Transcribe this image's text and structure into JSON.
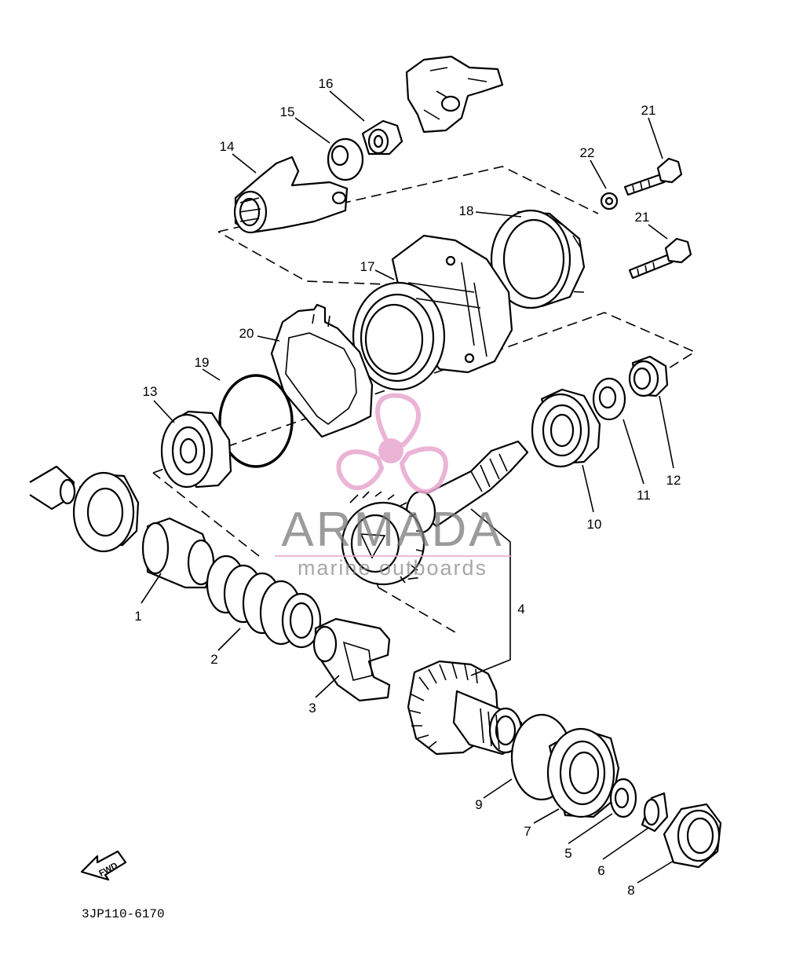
{
  "diagram": {
    "callouts": [
      {
        "id": "c1",
        "text": "1"
      },
      {
        "id": "c2",
        "text": "2"
      },
      {
        "id": "c3",
        "text": "3"
      },
      {
        "id": "c4",
        "text": "4"
      },
      {
        "id": "c5",
        "text": "5"
      },
      {
        "id": "c6",
        "text": "6"
      },
      {
        "id": "c7",
        "text": "7"
      },
      {
        "id": "c8",
        "text": "8"
      },
      {
        "id": "c9",
        "text": "9"
      },
      {
        "id": "c10",
        "text": "10"
      },
      {
        "id": "c11",
        "text": "11"
      },
      {
        "id": "c12",
        "text": "12"
      },
      {
        "id": "c13",
        "text": "13"
      },
      {
        "id": "c14",
        "text": "14"
      },
      {
        "id": "c15",
        "text": "15"
      },
      {
        "id": "c16",
        "text": "16"
      },
      {
        "id": "c17",
        "text": "17"
      },
      {
        "id": "c18",
        "text": "18"
      },
      {
        "id": "c19",
        "text": "19"
      },
      {
        "id": "c20",
        "text": "20"
      },
      {
        "id": "c21a",
        "text": "21"
      },
      {
        "id": "c21b",
        "text": "21"
      },
      {
        "id": "c22",
        "text": "22"
      }
    ],
    "fwd_label": "FWD",
    "diagram_code": "3JP110-6170"
  },
  "watermark": {
    "brand": "ARMADA",
    "tagline": "marine outboards",
    "logo_color": "#e8a8cf",
    "text_color": "#7a7a7a"
  }
}
